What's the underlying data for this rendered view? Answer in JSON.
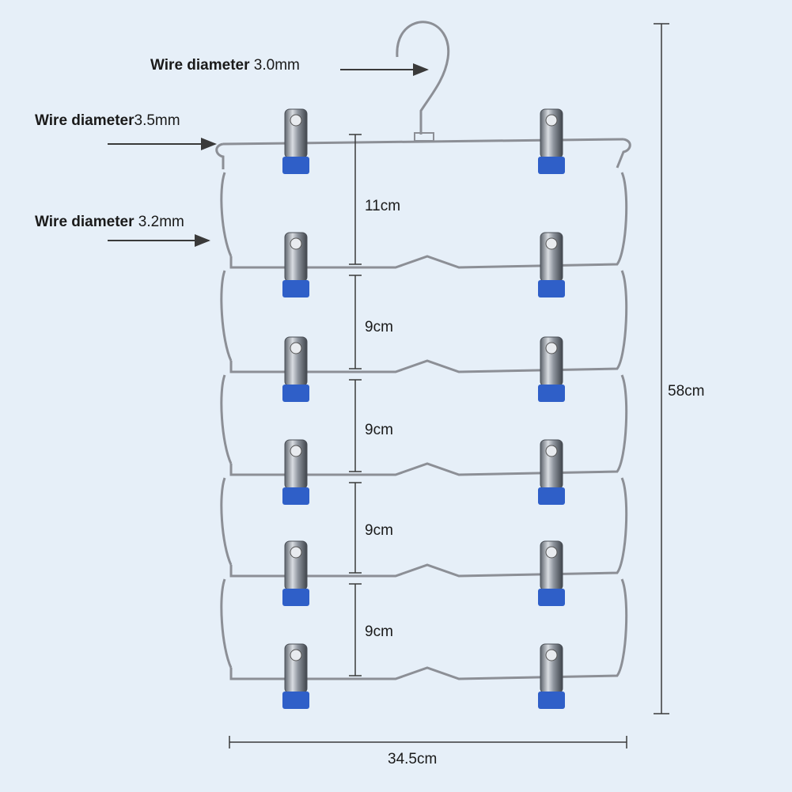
{
  "annotations": {
    "hook_wire": {
      "label": "Wire diameter",
      "value": "3.0mm"
    },
    "top_bar_wire": {
      "label": "Wire diameter",
      "value": "3.5mm"
    },
    "frame_wire": {
      "label": "Wire diameter",
      "value": "3.2mm"
    }
  },
  "dimensions": {
    "total_height": "58cm",
    "total_width": "34.5cm",
    "tier_gaps": [
      "11cm",
      "9cm",
      "9cm",
      "9cm",
      "9cm"
    ]
  },
  "hanger": {
    "tiers": 6,
    "clips_per_tier": 2,
    "colors": {
      "background": "#e6eff8",
      "wire": "#8c8f96",
      "clip_metal": "#9aa0a8",
      "clip_cap": "#2f5fc8",
      "dimension_line": "#3a3a3a"
    }
  }
}
